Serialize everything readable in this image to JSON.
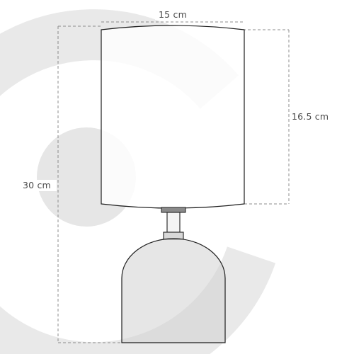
{
  "dimensions": {
    "width_label": "15 cm",
    "shade_height_label": "16.5 cm",
    "total_height_label": "30 cm"
  },
  "watermark": {
    "shape": "large C-shaped arc logo",
    "color": "#e9e9e9"
  },
  "colors": {
    "outline": "#1e1e1e",
    "dimension_line": "#8c8c8c",
    "label": "#4a4a4a"
  }
}
